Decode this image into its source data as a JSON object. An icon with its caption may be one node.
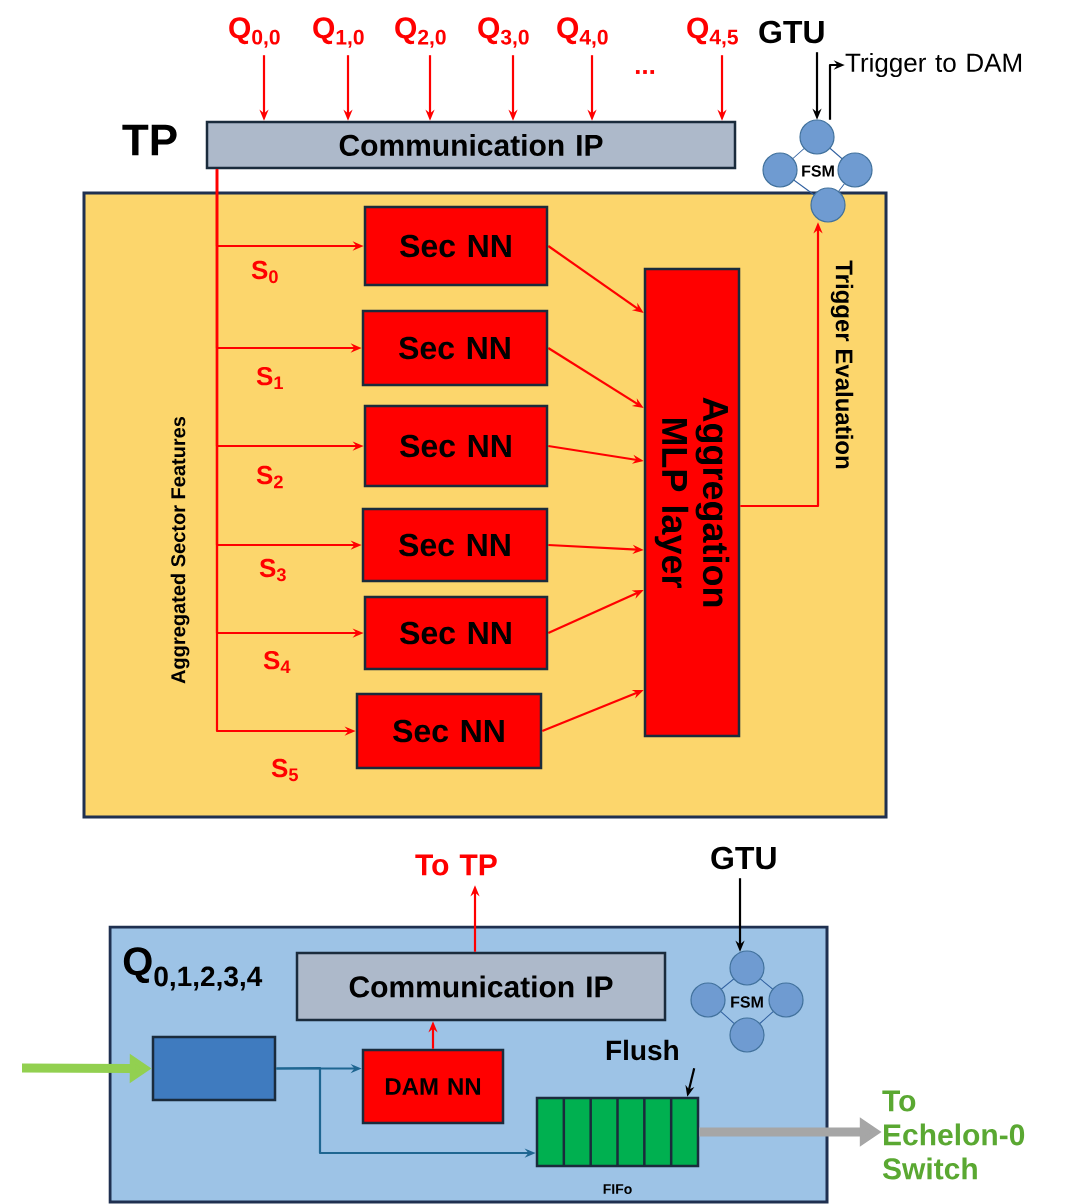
{
  "diagram": {
    "nodes": [
      {
        "text": [],
        "shape": "box"
      },
      {
        "text": [
          "Communication IP"
        ]
      },
      {
        "text": [
          "Sec NN"
        ],
        "in": 0
      },
      {
        "text": [
          "Sec NN"
        ],
        "in": 0
      },
      {
        "text": [
          "Sec NN"
        ],
        "in": 0
      },
      {
        "text": [
          "Sec NN"
        ],
        "in": 0
      },
      {
        "text": [
          "Sec NN"
        ],
        "in": 0
      },
      {
        "text": [
          "Sec NN"
        ],
        "in": 0
      },
      {
        "text": [
          "Aggregation MLP layer"
        ],
        "in": 0
      },
      {
        "text": [
          "FSM"
        ]
      },
      {
        "text": [
          "Q$_{0,0}$"
        ]
      },
      {
        "text": [
          "Q$_{1,0}$"
        ]
      },
      {
        "text": [
          "Q$_{2,0}$"
        ]
      },
      {
        "text": [
          "Q$_{3,0}$"
        ]
      },
      {
        "text": [
          "Q$_{4,0}$"
        ]
      },
      {
        "text": [
          "Q$_{4,5}$"
        ]
      },
      {
        "text": [
          "GTU"
        ]
      },
      {
        "text": [
          "Trigger to DAM"
        ]
      },
      {
        "text": [
          "Q$_{0,1,2,3,4}$"
        ]
      },
      {
        "text": [
          "Communication IP"
        ],
        "in": 18
      },
      {
        "text": [],
        "shape": "box",
        "in": 18
      },
      {
        "text": [
          "DAM NN"
        ],
        "in": 18
      },
      {
        "text": [
          "FIFo"
        ],
        "in": 18
      },
      {
        "text": [
          "FSM"
        ],
        "in": 18
      },
      {
        "text": [
          "To TP"
        ]
      },
      {
        "text": [
          "GTU"
        ]
      },
      {
        "text": [
          "Flush"
        ],
        "in": 18
      },
      {
        "text": [
          "To Echelon-0 Switch"
        ]
      }
    ],
    "edges": [
      {
        "from": 10,
        "to": 1,
        "arrow": "to"
      },
      {
        "from": 11,
        "to": 1,
        "arrow": "to"
      },
      {
        "from": 12,
        "to": 1,
        "arrow": "to"
      },
      {
        "from": 13,
        "to": 1,
        "arrow": "to"
      },
      {
        "from": 14,
        "to": 1,
        "arrow": "to"
      },
      {
        "from": 15,
        "to": 1,
        "arrow": "to"
      },
      {
        "from": 1,
        "to": 2,
        "arrow": "to",
        "label": "S$_{0}$"
      },
      {
        "from": 1,
        "to": 3,
        "arrow": "to",
        "label": "S$_{1}$"
      },
      {
        "from": 1,
        "to": 4,
        "arrow": "to",
        "label": "S$_{2}$"
      },
      {
        "from": 1,
        "to": 5,
        "arrow": "to",
        "label": "S$_{3}$"
      },
      {
        "from": 1,
        "to": 6,
        "arrow": "to",
        "label": "S$_{4}$"
      },
      {
        "from": 1,
        "to": 7,
        "arrow": "to",
        "label": "S$_{5}$"
      },
      {
        "from": 2,
        "to": 8,
        "arrow": "to"
      },
      {
        "from": 3,
        "to": 8,
        "arrow": "to"
      },
      {
        "from": 4,
        "to": 8,
        "arrow": "to"
      },
      {
        "from": 5,
        "to": 8,
        "arrow": "to"
      },
      {
        "from": 6,
        "to": 8,
        "arrow": "to"
      },
      {
        "from": 7,
        "to": 8,
        "arrow": "to"
      },
      {
        "from": 8,
        "to": 9,
        "arrow": "to",
        "label": "Trigger Evaluation"
      },
      {
        "from": 16,
        "to": 9,
        "arrow": "to",
        "color": "#000000"
      },
      {
        "from": 9,
        "to": 17,
        "arrow": "to",
        "color": "#000000"
      },
      {
        "from": null,
        "to": 20,
        "arrow": "to",
        "style": "thick",
        "color": "#92d050"
      },
      {
        "from": 20,
        "to": 21,
        "arrow": "to",
        "color": "#1f6691"
      },
      {
        "from": 20,
        "to": 22,
        "arrow": "to",
        "color": "#1f6691"
      },
      {
        "from": 21,
        "to": 19,
        "arrow": "to"
      },
      {
        "from": 19,
        "to": 24,
        "arrow": "to"
      },
      {
        "from": 25,
        "to": 23,
        "arrow": "to",
        "color": "#000000"
      },
      {
        "from": 26,
        "to": 22,
        "arrow": "to",
        "color": "#000000"
      },
      {
        "from": 22,
        "to": 27,
        "arrow": "to",
        "style": "thick",
        "color": "#a6a6a6"
      }
    ],
    "labels": [
      "TP",
      "...",
      "Aggregated Sector Features"
    ]
  }
}
